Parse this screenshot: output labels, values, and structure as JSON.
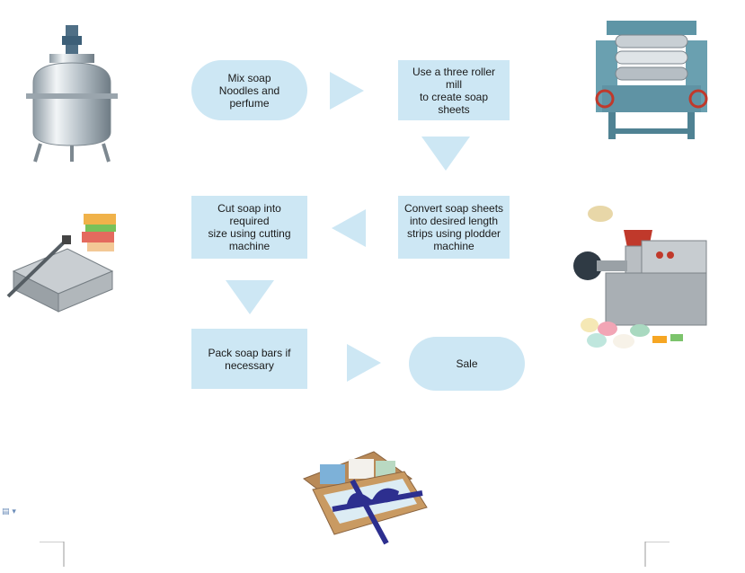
{
  "colors": {
    "box_fill": "#cde7f4",
    "arrow_fill": "#cde7f4",
    "text": "#1a1a1a"
  },
  "flow": {
    "step1": "Mix soap\nNoodles and\nperfume",
    "step2": "Use a three roller mill\nto create soap\nsheets",
    "step3": "Convert soap sheets\ninto desired length\nstrips using plodder\nmachine",
    "step4": "Cut soap into required\nsize using cutting\nmachine",
    "step5": "Pack soap bars if\nnecessary",
    "step6": "Sale"
  },
  "icons": {
    "reactor": "mixing-tank-icon",
    "roller_mill": "three-roller-mill-icon",
    "plodder": "plodder-machine-icon",
    "cutter": "soap-cutting-machine-icon",
    "package": "gift-soap-box-icon",
    "page_icon": "document-icon"
  }
}
